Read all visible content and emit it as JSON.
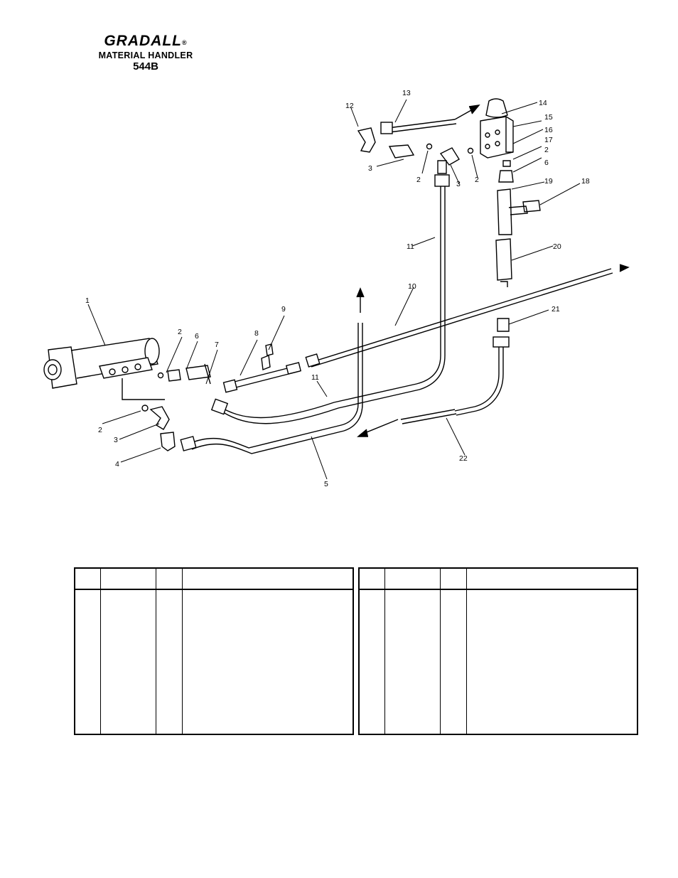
{
  "header": {
    "brand": "GRADALL",
    "registered": "®",
    "subtitle": "MATERIAL HANDLER",
    "model": "544B"
  },
  "callouts": [
    "1",
    "2",
    "3",
    "4",
    "5",
    "6",
    "7",
    "8",
    "9",
    "10",
    "11",
    "12",
    "13",
    "14",
    "15",
    "16",
    "17",
    "18",
    "19",
    "20",
    "21",
    "22"
  ],
  "tables": {
    "count": 2,
    "rows": []
  }
}
